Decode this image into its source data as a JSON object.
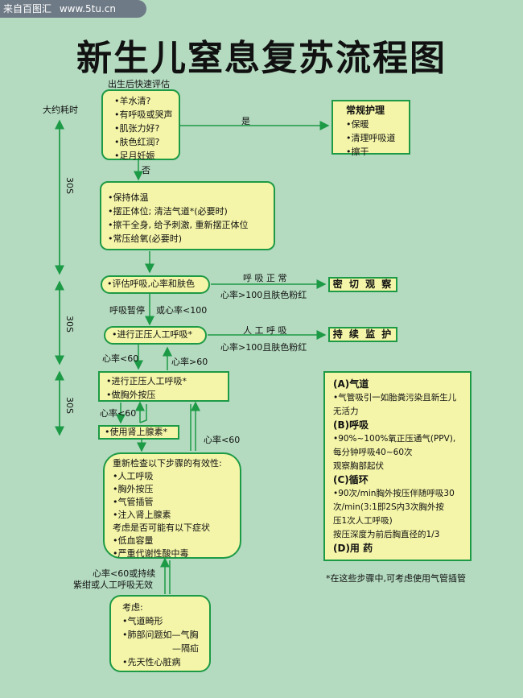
{
  "watermark": {
    "site_cn": "来自百图汇",
    "url": "www.5tu.cn"
  },
  "title": "新生儿窒息复苏流程图",
  "labels": {
    "birth_eval": "出生后快速评估",
    "time": "大约耗时",
    "yes": "是",
    "no": "否",
    "t1": "30S",
    "t2": "30S",
    "t3": "30S",
    "resp_normal": "呼 吸 正 常",
    "hr_pink_1": "心率>100且肤色粉红",
    "apnea": "呼吸暂停",
    "or_hr": "或心率<100",
    "ppv_label": "人 工 呼 吸",
    "hr_pink_2": "心率>100且肤色粉红",
    "hr_lt60_a": "心率<60",
    "hr_gt60": "心率>60",
    "hr_lt60_b": "心率<60",
    "hr_lt60_c": "心率<60",
    "persist_1": "心率<60或持续",
    "persist_2": "紫绀或人工呼吸无效",
    "footnote": "*在这些步骤中,可考虑使用气管插管"
  },
  "box_eval": {
    "items": [
      "•羊水清?",
      "•有呼吸或哭声",
      "•肌张力好?",
      "•肤色红润?",
      "•足月妊娠"
    ]
  },
  "box_routine": {
    "title": "常规护理",
    "items": [
      "•保暖",
      "•清理呼吸道",
      "•擦干"
    ]
  },
  "box_initial": {
    "items": [
      "•保持体温",
      "•摆正体位; 清洁气道*(必要时)",
      "•擦干全身, 给予刺激, 重新摆正体位",
      "•常压给氧(必要时)"
    ]
  },
  "pill_assess": "•评估呼吸,心率和肤色",
  "box_observe": "密 切 观 察",
  "pill_ppv": "•进行正压人工呼吸*",
  "box_monitor": "持 续 监 护",
  "box_cpr": {
    "items": [
      "•进行正压人工呼吸*",
      "•做胸外按压"
    ]
  },
  "box_epi": "•使用肾上腺素*",
  "box_recheck": {
    "items": [
      "重新检查以下步骤的有效性:",
      "•人工呼吸",
      "•胸外按压",
      "•气管插管",
      "•注入肾上腺素",
      "考虑是否可能有以下症状",
      "•低血容量",
      "•严重代谢性酸中毒"
    ]
  },
  "box_consider": {
    "items": [
      "考虑:",
      "•气道畸形",
      "•肺部问题如—气胸",
      "—隔疝",
      "•先天性心脏病"
    ]
  },
  "legend": {
    "a_title": "(A)气道",
    "a_text": [
      "•气管吸引一如胎粪污染且新生儿",
      "无活力"
    ],
    "b_title": "(B)呼吸",
    "b_text": [
      "•90%~100%氧正压通气(PPV),",
      "每分钟呼吸40~60次",
      "观察胸部起伏"
    ],
    "c_title": "(C)循环",
    "c_text": [
      "•90次/min胸外按压伴随呼吸30",
      "次/min(3:1即2S内3次胸外按",
      "压1次人工呼吸)",
      "按压深度为前后胸直径的1/3"
    ],
    "d_title": "(D)用 药"
  },
  "colors": {
    "background": "#b4dbc0",
    "box_fill": "#f4f5a8",
    "border": "#1d9a46"
  }
}
